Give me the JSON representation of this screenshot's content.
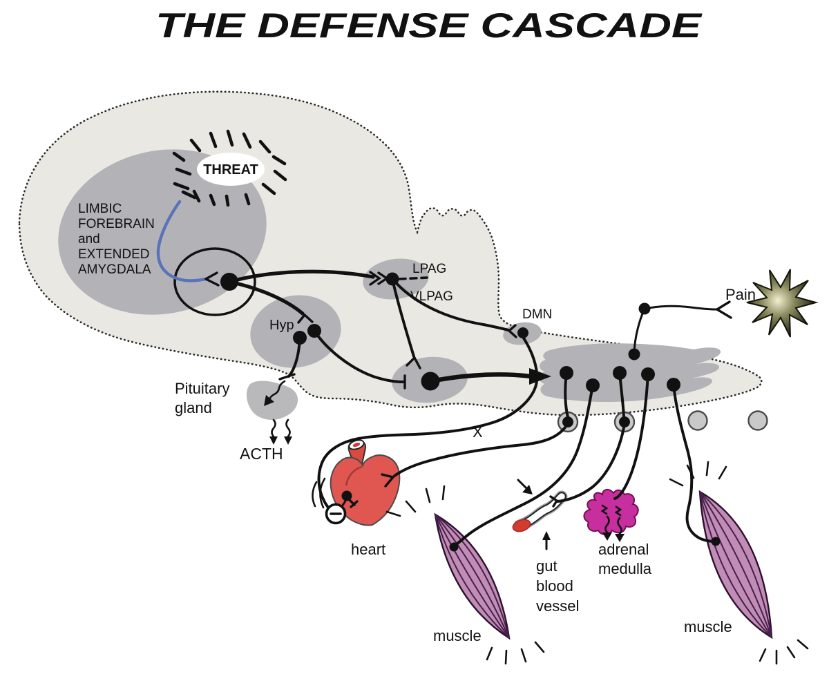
{
  "title": "THE DEFENSE CASCADE",
  "colors": {
    "ink": "#111111",
    "brain_light": "#e9e8e2",
    "region_gray": "#b3b3b7",
    "ganglion_gray": "#c9c9c9",
    "accent_blue": "#5a72ba",
    "heart_red": "#df5750",
    "muscle_pink": "#c18cb5",
    "adrenal_magenta": "#c72f9e",
    "vessel_red": "#d43b30"
  },
  "labels": {
    "threat": "THREAT",
    "limbic_line1": "LIMBIC",
    "limbic_line2": "FOREBRAIN",
    "limbic_line3": "and",
    "limbic_line4": "EXTENDED",
    "limbic_line5": "AMYGDALA",
    "hyp": "Hyp",
    "lpag": "LPAG",
    "vlpag": "VLPAG",
    "dmn": "DMN",
    "pituitary_line1": "Pituitary",
    "pituitary_line2": "gland",
    "acth": "ACTH",
    "vagus": "X",
    "pain": "Pain",
    "heart": "heart",
    "muscle_left": "muscle",
    "muscle_right": "muscle",
    "gut_line1": "gut",
    "gut_line2": "blood",
    "gut_line3": "vessel",
    "adrenal_line1": "adrenal",
    "adrenal_line2": "medulla"
  }
}
